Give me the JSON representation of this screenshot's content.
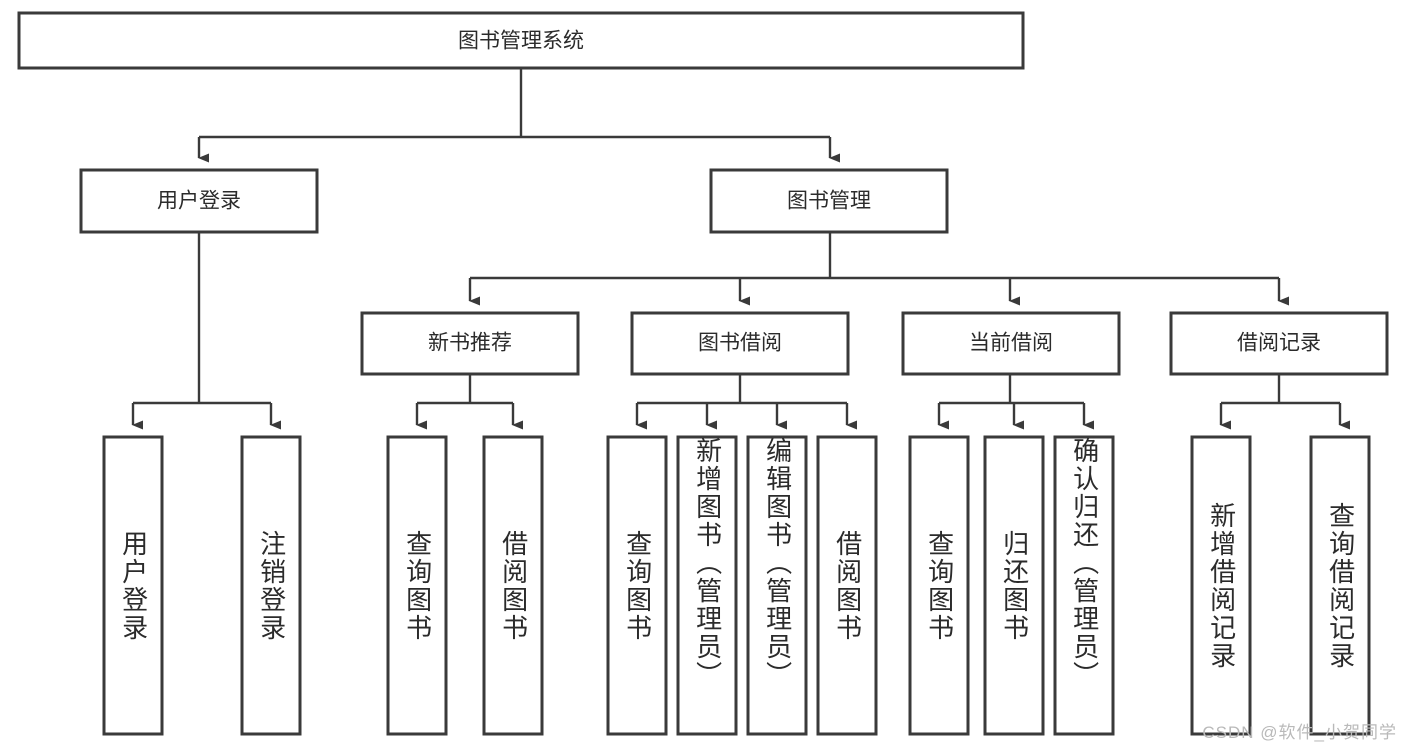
{
  "diagram": {
    "title": "图书管理系统",
    "style": {
      "box_fill": "#ffffff",
      "box_stroke": "#3a3a3a",
      "text_color": "#2b2b2b",
      "watermark_color": "#b9b9b9",
      "background": "#ffffff"
    },
    "root": {
      "label": "图书管理系统"
    },
    "level2": [
      {
        "label": "用户登录"
      },
      {
        "label": "图书管理"
      }
    ],
    "level3": [
      {
        "label": "新书推荐"
      },
      {
        "label": "图书借阅"
      },
      {
        "label": "当前借阅"
      },
      {
        "label": "借阅记录"
      }
    ],
    "leaves": [
      {
        "label": "用户登录",
        "parent": "用户登录"
      },
      {
        "label": "注销登录",
        "parent": "用户登录"
      },
      {
        "label": "查询图书",
        "parent": "新书推荐"
      },
      {
        "label": "借阅图书",
        "parent": "新书推荐"
      },
      {
        "label": "查询图书",
        "parent": "图书借阅"
      },
      {
        "label": "新增图书（管理员）",
        "parent": "图书借阅"
      },
      {
        "label": "编辑图书（管理员）",
        "parent": "图书借阅"
      },
      {
        "label": "借阅图书",
        "parent": "图书借阅"
      },
      {
        "label": "查询图书",
        "parent": "当前借阅"
      },
      {
        "label": "归还图书",
        "parent": "当前借阅"
      },
      {
        "label": "确认归还（管理员）",
        "parent": "当前借阅"
      },
      {
        "label": "新增借阅记录",
        "parent": "借阅记录"
      },
      {
        "label": "查询借阅记录",
        "parent": "借阅记录"
      }
    ]
  },
  "watermark": {
    "text": "CSDN @软件_小贺同学"
  }
}
